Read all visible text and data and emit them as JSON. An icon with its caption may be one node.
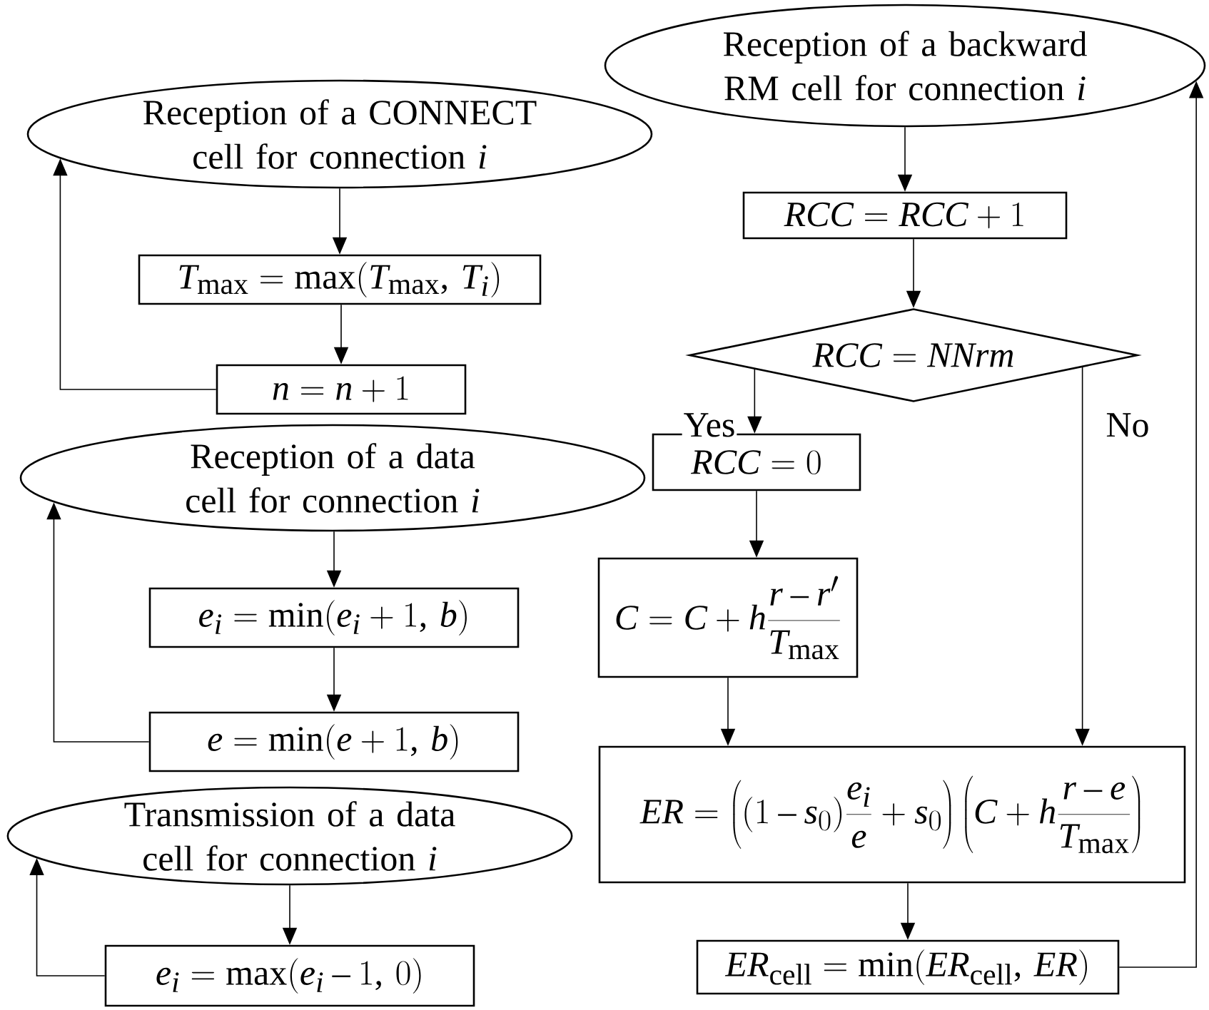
{
  "diagram": {
    "nodes": [
      {
        "text": [
          "Reception of a CONNECT cell for connection *i*"
        ]
      },
      {
        "text": [
          "T_{\\mathrm{max}} = \\max(T_{\\mathrm{max}},\\, T_i)"
        ]
      },
      {
        "text": [
          "n = n + 1"
        ]
      },
      {
        "text": [
          "Reception of a data cell for connection *i*"
        ]
      },
      {
        "text": [
          "e_i = \\min(e_i + 1,\\, b)"
        ]
      },
      {
        "text": [
          "e = \\min(e + 1,\\, b)"
        ]
      },
      {
        "text": [
          "Transmission of a data cell for connection *i*"
        ]
      },
      {
        "text": [
          "e_i = \\max(e_i - 1,\\, 0)"
        ]
      },
      {
        "text": [
          "Reception of a backward RM cell for connection *i*"
        ]
      },
      {
        "text": [
          "RCC = RCC + 1"
        ]
      },
      {
        "text": [
          "RCC = NNrm"
        ]
      },
      {
        "text": [
          "RCC = 0"
        ]
      },
      {
        "text": [
          "C = C + h\\frac{r - r'}{T_{\\mathrm{max}}}"
        ]
      },
      {
        "text": [
          "ER = \\left((1 - s_0)\\frac{e_i}{e} + s_0\\right)\\left(C + h\\frac{r - e}{T_{\\mathrm{max}}}\\right)"
        ]
      },
      {
        "text": [
          "ER_{\\mathrm{cell}} = \\min(ER_{\\mathrm{cell}},\\, ER)"
        ]
      }
    ],
    "edges": [
      {
        "from": 0,
        "to": 1,
        "arrow": "to"
      },
      {
        "from": 1,
        "to": 2,
        "arrow": "to"
      },
      {
        "from": 2,
        "to": 0,
        "arrow": "to"
      },
      {
        "from": 3,
        "to": 4,
        "arrow": "to"
      },
      {
        "from": 4,
        "to": 5,
        "arrow": "to"
      },
      {
        "from": 5,
        "to": 3,
        "arrow": "to"
      },
      {
        "from": 6,
        "to": 7,
        "arrow": "to"
      },
      {
        "from": 7,
        "to": 6,
        "arrow": "to"
      },
      {
        "from": 8,
        "to": 9,
        "arrow": "to"
      },
      {
        "from": 9,
        "to": 10,
        "arrow": "to"
      },
      {
        "from": 10,
        "to": 11,
        "arrow": "to",
        "label": "Yes"
      },
      {
        "from": 10,
        "to": 13,
        "arrow": "to",
        "label": "No"
      },
      {
        "from": 11,
        "to": 12,
        "arrow": "to"
      },
      {
        "from": 12,
        "to": 13,
        "arrow": "to"
      },
      {
        "from": 13,
        "to": 14,
        "arrow": "to"
      },
      {
        "from": 14,
        "to": 8,
        "arrow": "to"
      }
    ]
  }
}
